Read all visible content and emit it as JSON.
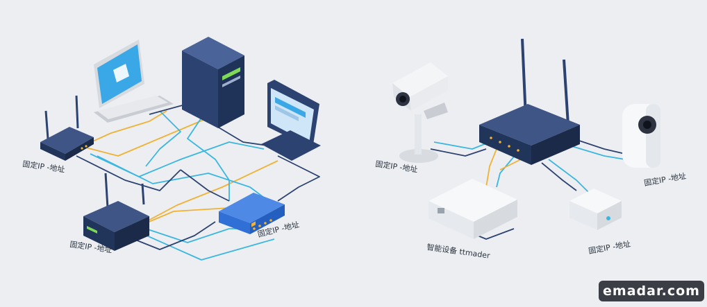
{
  "labels": {
    "left_router_label": "固定IP -地址",
    "lower_router_label": "固定IP -地址",
    "switch_label": "固定IP -地址",
    "camera_label": "固定IP -地址",
    "home_camera_label": "固定IP -地址",
    "nas_label": "智能设备 ttmader",
    "hub_label": "固定IP -地址"
  },
  "watermark": "emadar.com",
  "colors": {
    "navy": "#2c4270",
    "blue": "#2f6fd6",
    "cyan": "#3ab7e0",
    "orange": "#f0b233",
    "screen": "#3aa7e6"
  }
}
